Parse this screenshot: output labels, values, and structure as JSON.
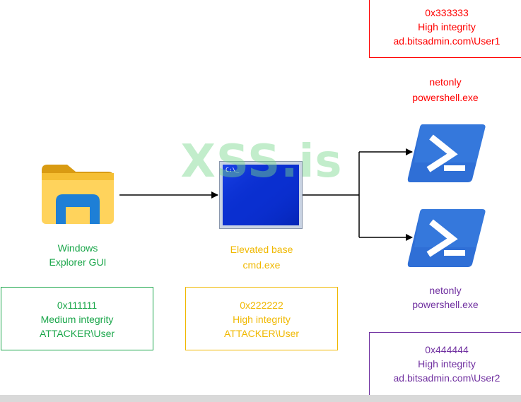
{
  "watermark": "XSS.is",
  "colors": {
    "green": "#1aa64a",
    "yellow": "#f0b800",
    "red": "#ff0000",
    "purple": "#7030a0",
    "arrow": "#000000"
  },
  "nodes": {
    "explorer": {
      "icon": "folder-icon",
      "label_line1": "Windows",
      "label_line2": "Explorer GUI",
      "token": "0x111111",
      "integrity": "Medium integrity",
      "user": "ATTACKER\\User"
    },
    "cmd": {
      "icon": "cmd-window-icon",
      "label_line1": "Elevated base",
      "label_line2": "cmd.exe",
      "token": "0x222222",
      "integrity": "High integrity",
      "user": "ATTACKER\\User"
    },
    "ps_top": {
      "icon": "powershell-icon",
      "label_line1": "netonly",
      "label_line2": "powershell.exe",
      "token": "0x333333",
      "integrity": "High integrity",
      "user": "ad.bitsadmin.com\\User1"
    },
    "ps_bottom": {
      "icon": "powershell-icon",
      "label_line1": "netonly",
      "label_line2": "powershell.exe",
      "token": "0x444444",
      "integrity": "High integrity",
      "user": "ad.bitsadmin.com\\User2"
    }
  }
}
